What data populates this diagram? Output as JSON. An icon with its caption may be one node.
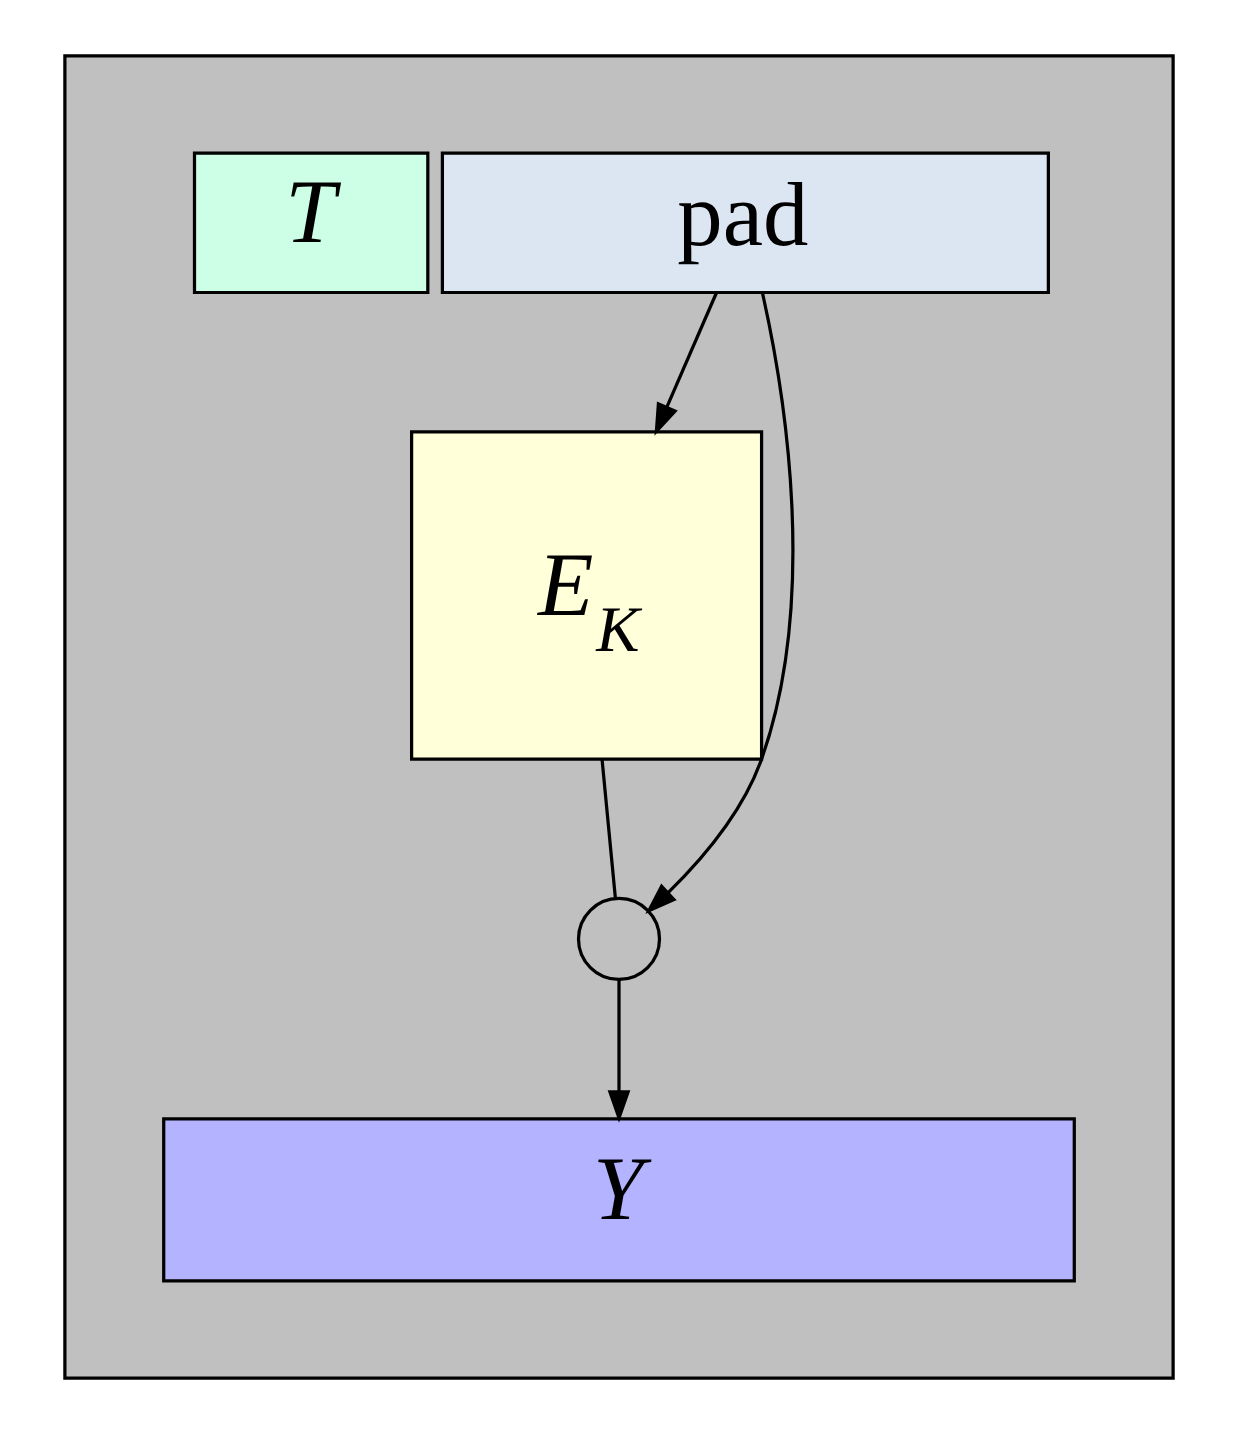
{
  "diagram": {
    "nodes": [
      {
        "text": [],
        "shape": "box"
      },
      {
        "text": [
          "T"
        ],
        "in": 0
      },
      {
        "text": [
          "pad"
        ],
        "in": 0
      },
      {
        "text": [
          "E$_{K}$"
        ],
        "in": 0
      },
      {
        "text": [],
        "shape": "circle",
        "in": 0
      },
      {
        "text": [
          "Y"
        ],
        "in": 0
      }
    ],
    "edges": [
      {
        "from": 2,
        "to": 3,
        "arrow": "to"
      },
      {
        "from": 2,
        "to": 4,
        "arrow": "to"
      },
      {
        "from": 3,
        "to": 4,
        "arrow": "none"
      },
      {
        "from": 4,
        "to": 5,
        "arrow": "to"
      }
    ]
  }
}
